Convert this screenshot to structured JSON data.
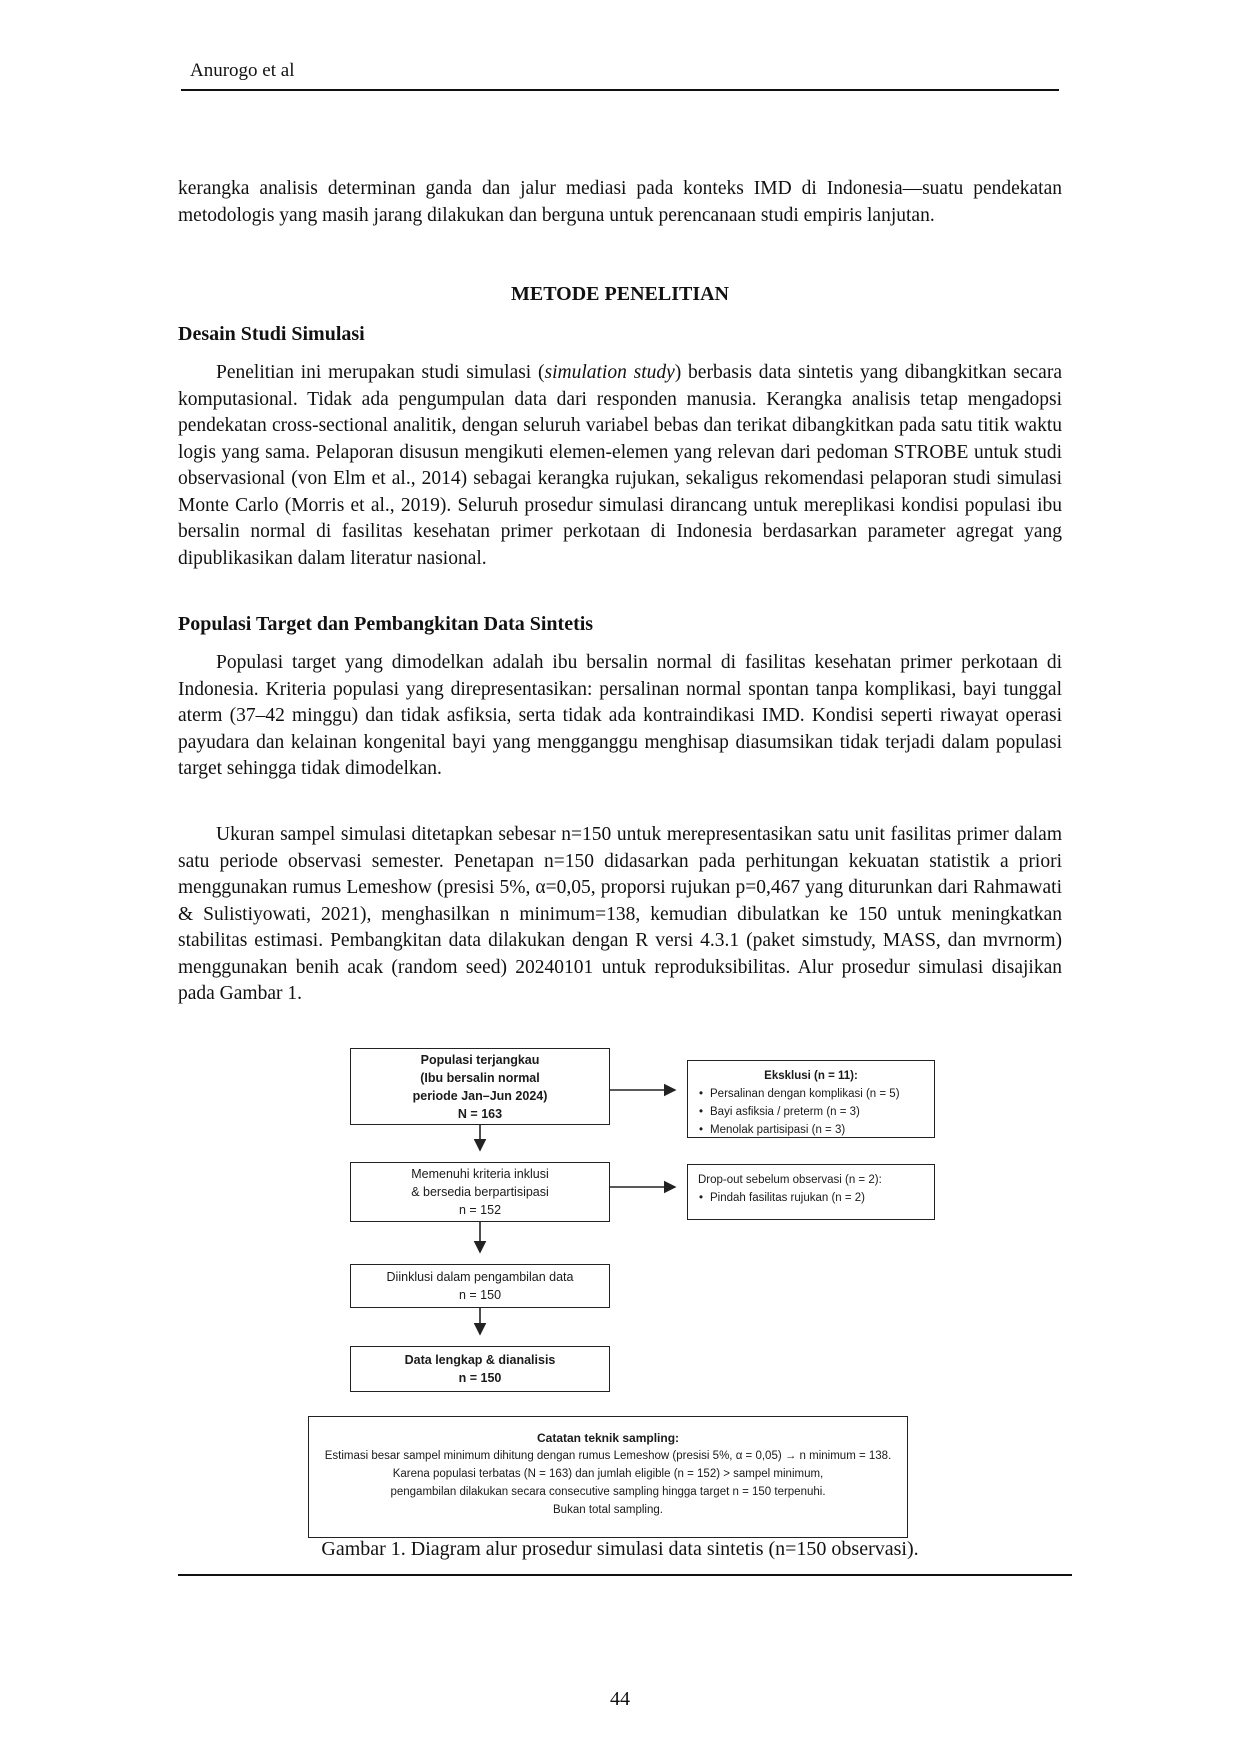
{
  "header": {
    "running_head": "Anurogo et al"
  },
  "intro_paragraph": "kerangka analisis determinan ganda dan jalur mediasi pada konteks IMD di Indonesia—suatu pendekatan metodologis yang masih jarang dilakukan dan berguna untuk perencanaan studi empiris lanjutan.",
  "section_title": "METODE PENELITIAN",
  "subsection1": {
    "title": "Desain Studi Simulasi",
    "p1_a": "Penelitian ini merupakan studi simulasi (",
    "p1_em": "simulation study",
    "p1_b": ") berbasis data sintetis yang dibangkitkan secara komputasional. Tidak ada pengumpulan data dari responden manusia. Kerangka analisis tetap mengadopsi pendekatan cross-sectional analitik, dengan seluruh variabel bebas dan terikat dibangkitkan pada satu titik waktu logis yang sama. Pelaporan disusun mengikuti elemen-elemen yang relevan dari pedoman STROBE untuk studi observasional (von Elm et al., 2014) sebagai kerangka rujukan, sekaligus rekomendasi pelaporan studi simulasi Monte Carlo (Morris et al., 2019). Seluruh prosedur simulasi dirancang untuk mereplikasi kondisi populasi ibu bersalin normal di fasilitas kesehatan primer perkotaan di Indonesia berdasarkan parameter agregat yang dipublikasikan dalam literatur nasional."
  },
  "subsection2": {
    "title": "Populasi Target dan Pembangkitan Data Sintetis",
    "p1": "Populasi target yang dimodelkan adalah ibu bersalin normal di fasilitas kesehatan primer perkotaan di Indonesia. Kriteria populasi yang direpresentasikan: persalinan normal spontan tanpa komplikasi, bayi tunggal aterm (37–42 minggu) dan tidak asfiksia, serta tidak ada kontraindikasi IMD. Kondisi seperti riwayat operasi payudara dan kelainan kongenital bayi yang mengganggu menghisap diasumsikan tidak terjadi dalam populasi target sehingga tidak dimodelkan.",
    "p2": "Ukuran sampel simulasi ditetapkan sebesar n=150 untuk merepresentasikan satu unit fasilitas primer dalam satu periode observasi semester. Penetapan n=150 didasarkan pada perhitungan kekuatan statistik a priori menggunakan rumus Lemeshow (presisi 5%, α=0,05, proporsi rujukan p=0,467 yang diturunkan dari Rahmawati & Sulistiyowati, 2021), menghasilkan n minimum=138, kemudian dibulatkan ke 150 untuk meningkatkan stabilitas estimasi. Pembangkitan data dilakukan dengan R versi 4.3.1 (paket simstudy, MASS, dan mvrnorm) menggunakan benih acak (random seed) 20240101 untuk reproduksibilitas. Alur prosedur simulasi disajikan pada Gambar 1."
  },
  "figure": {
    "box1": [
      "Populasi terjangkau",
      "(Ibu bersalin normal",
      "periode Jan–Jun 2024)",
      "N = 163"
    ],
    "box2": [
      "Memenuhi kriteria inklusi",
      "& bersedia berpartisipasi",
      "n = 152"
    ],
    "box3": [
      "Diinklusi dalam pengambilan data",
      "n = 150"
    ],
    "box4": [
      "Data lengkap & dianalisis",
      "n = 150"
    ],
    "exclusion": {
      "title": "Eksklusi (n = 11):",
      "items": [
        "Persalinan dengan komplikasi (n = 5)",
        "Bayi asfiksia / preterm (n = 3)",
        "Menolak partisipasi (n = 3)"
      ]
    },
    "dropout": {
      "title": "Drop-out sebelum observasi (n = 2):",
      "items": [
        "Pindah fasilitas rujukan (n = 2)"
      ]
    },
    "note": {
      "title": "Catatan teknik sampling:",
      "lines": [
        "Estimasi besar sampel minimum dihitung dengan rumus Lemeshow (presisi 5%, α = 0,05) → n minimum = 138.",
        "Karena populasi terbatas (N = 163) dan jumlah eligible (n = 152) > sampel minimum,",
        "pengambilan dilakukan secara consecutive sampling hingga target n = 150 terpenuhi.",
        "Bukan total sampling."
      ]
    }
  },
  "caption": "Gambar 1. Diagram alur prosedur simulasi data sintetis (n=150 observasi).",
  "page_number": "44"
}
